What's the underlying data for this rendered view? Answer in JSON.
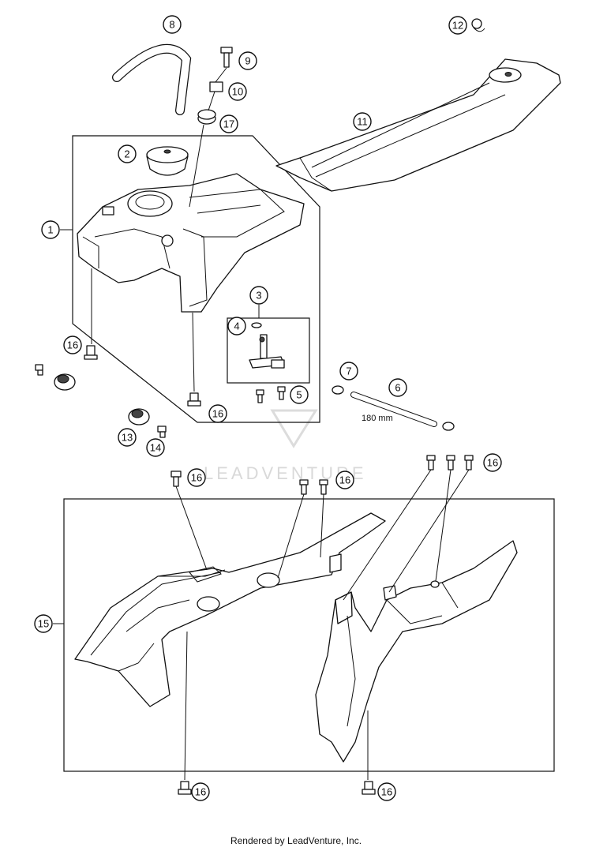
{
  "diagram": {
    "callouts": [
      "1",
      "2",
      "3",
      "4",
      "5",
      "6",
      "7",
      "8",
      "9",
      "10",
      "11",
      "12",
      "13",
      "14",
      "15",
      "16",
      "17"
    ],
    "dimension_label": "180 mm",
    "watermark": "LEADVENTURE",
    "footer": "Rendered by LeadVenture, Inc."
  }
}
